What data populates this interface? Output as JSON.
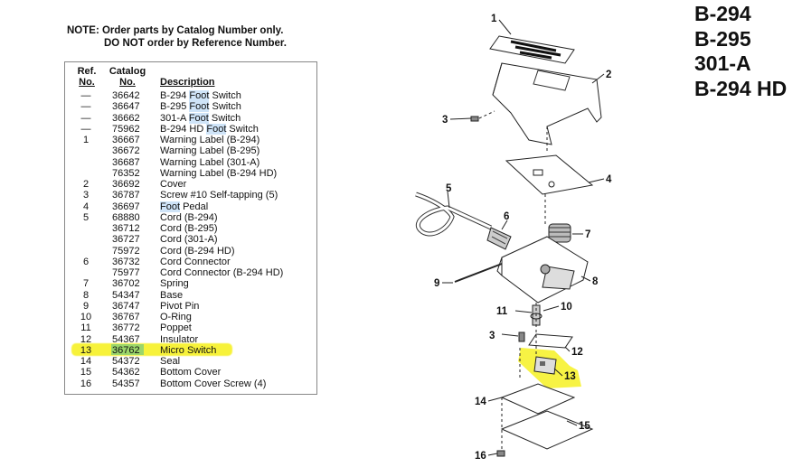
{
  "note": {
    "line1": "NOTE: Order parts by Catalog Number only.",
    "line2": "DO NOT order by Reference Number."
  },
  "table": {
    "headers": {
      "ref_top": "Ref.",
      "ref_bottom": "No.",
      "catalog_top": "Catalog",
      "catalog_bottom": "No.",
      "description": "Description"
    },
    "rows": [
      {
        "ref": "—",
        "catalog": "36642",
        "desc": [
          "B-294 ",
          "Foot",
          " Switch"
        ]
      },
      {
        "ref": "—",
        "catalog": "36647",
        "desc": [
          "B-295 ",
          "Foot",
          " Switch"
        ]
      },
      {
        "ref": "—",
        "catalog": "36662",
        "desc": [
          "301-A ",
          "Foot",
          " Switch"
        ]
      },
      {
        "ref": "—",
        "catalog": "75962",
        "desc": [
          "B-294 HD ",
          "Foot",
          " Switch"
        ]
      },
      {
        "ref": "1",
        "catalog": "36667",
        "desc": [
          "Warning Label (B-294)",
          "",
          ""
        ]
      },
      {
        "ref": "",
        "catalog": "36672",
        "desc": [
          "Warning Label (B-295)",
          "",
          ""
        ]
      },
      {
        "ref": "",
        "catalog": "36687",
        "desc": [
          "Warning Label (301-A)",
          "",
          ""
        ]
      },
      {
        "ref": "",
        "catalog": "76352",
        "desc": [
          "Warning Label (B-294 HD)",
          "",
          ""
        ]
      },
      {
        "ref": "2",
        "catalog": "36692",
        "desc": [
          "Cover",
          "",
          ""
        ]
      },
      {
        "ref": "3",
        "catalog": "36787",
        "desc": [
          "Screw #10 Self-tapping (5)",
          "",
          ""
        ]
      },
      {
        "ref": "4",
        "catalog": "36697",
        "desc": [
          "",
          "Foot",
          " Pedal"
        ]
      },
      {
        "ref": "5",
        "catalog": "68880",
        "desc": [
          "Cord (B-294)",
          "",
          ""
        ]
      },
      {
        "ref": "",
        "catalog": "36712",
        "desc": [
          "Cord (B-295)",
          "",
          ""
        ]
      },
      {
        "ref": "",
        "catalog": "36727",
        "desc": [
          "Cord (301-A)",
          "",
          ""
        ]
      },
      {
        "ref": "",
        "catalog": "75972",
        "desc": [
          "Cord (B-294 HD)",
          "",
          ""
        ]
      },
      {
        "ref": "6",
        "catalog": "36732",
        "desc": [
          "Cord Connector",
          "",
          ""
        ]
      },
      {
        "ref": "",
        "catalog": "75977",
        "desc": [
          "Cord Connector (B-294 HD)",
          "",
          ""
        ]
      },
      {
        "ref": "7",
        "catalog": "36702",
        "desc": [
          "Spring",
          "",
          ""
        ]
      },
      {
        "ref": "8",
        "catalog": "54347",
        "desc": [
          "Base",
          "",
          ""
        ]
      },
      {
        "ref": "9",
        "catalog": "36747",
        "desc": [
          "Pivot Pin",
          "",
          ""
        ]
      },
      {
        "ref": "10",
        "catalog": "36767",
        "desc": [
          "O-Ring",
          "",
          ""
        ]
      },
      {
        "ref": "11",
        "catalog": "36772",
        "desc": [
          "Poppet",
          "",
          ""
        ]
      },
      {
        "ref": "12",
        "catalog": "54367",
        "desc": [
          "Insulator",
          "",
          ""
        ]
      },
      {
        "ref": "13",
        "catalog": "36762",
        "desc": [
          "Micro Switch",
          "",
          ""
        ]
      },
      {
        "ref": "14",
        "catalog": "54372",
        "desc": [
          "Seal",
          "",
          ""
        ]
      },
      {
        "ref": "15",
        "catalog": "54362",
        "desc": [
          "Bottom Cover",
          "",
          ""
        ]
      },
      {
        "ref": "16",
        "catalog": "54357",
        "desc": [
          "Bottom Cover Screw (4)",
          "",
          ""
        ]
      }
    ]
  },
  "models": [
    "B-294",
    "B-295",
    "301-A",
    "B-294 HD"
  ],
  "callouts": [
    "1",
    "2",
    "3",
    "4",
    "5",
    "6",
    "7",
    "8",
    "9",
    "10",
    "11",
    "3",
    "12",
    "13",
    "14",
    "15",
    "16"
  ],
  "colors": {
    "highlight_yellow": "#f7f23a",
    "highlight_green": "#9bd66a",
    "word_highlight": "#cfe4f8"
  }
}
